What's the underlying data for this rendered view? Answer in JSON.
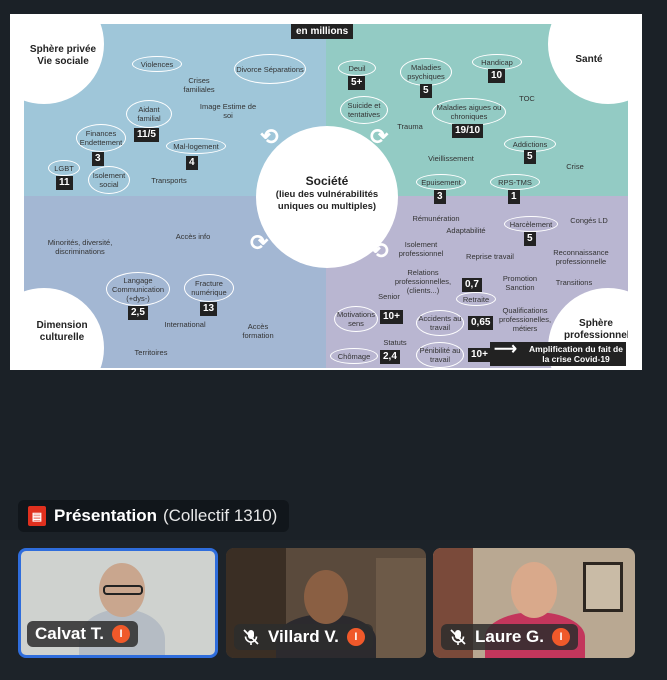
{
  "slide": {
    "unit_label": "en millions",
    "center": {
      "title": "Société",
      "subtitle": "(lieu des vulnérabilités uniques ou multiples)"
    },
    "corners": {
      "top_left": "Sphère privée Vie sociale",
      "top_right": "Santé",
      "bottom_left": "Dimension culturelle",
      "bottom_right": "Sphère professionnelle"
    },
    "items": {
      "violences": "Violences",
      "crises_familiales": "Crises familiales",
      "divorce": "Divorce Séparations",
      "image_estime": "Image Estime de soi",
      "aidant": "Aidant familial",
      "aidant_val": "11/5",
      "finances": "Finances Endettement",
      "finances_val": "3",
      "mal_logement": "Mal-logement",
      "mal_logement_val": "4",
      "lgbt": "LGBT",
      "lgbt_val": "11",
      "isolement_social": "Isolement social",
      "transports": "Transports",
      "deuil": "Deuil",
      "deuil_val": "5+",
      "maladies_psy": "Maladies psychiques",
      "maladies_psy_val": "5",
      "handicap": "Handicap",
      "handicap_val": "10",
      "toc": "TOC",
      "suicide": "Suicide et tentatives",
      "trauma": "Trauma",
      "maladies_aigues": "Maladies aigues ou chroniques",
      "maladies_aigues_val": "19/10",
      "addictions": "Addictions",
      "addictions_val": "5",
      "vieillissement": "Vieillissement",
      "crise": "Crise",
      "epuisement": "Epuisement",
      "epuisement_val": "3",
      "rps": "RPS-TMS",
      "rps_val": "1",
      "minorites": "Minorités, diversité, discriminations",
      "acces_info": "Accès info",
      "langage": "Langage Communication (+dys-)",
      "langage_val": "2,5",
      "fracture": "Fracture numérique",
      "fracture_val": "13",
      "international": "International",
      "acces_formation": "Accès formation",
      "territoires": "Territoires",
      "remuneration": "Rémunération",
      "adaptabilite": "Adaptabilité",
      "harcelement": "Harcèlement",
      "harcelement_val": "5",
      "conges": "Congés LD",
      "isolement_pro": "Isolement professionnel",
      "reprise": "Reprise travail",
      "reconnaissance": "Reconnaissance professionnelle",
      "relations": "Relations professionnelles, (clients...)",
      "relations_val": "0,7",
      "retraite": "Retraite",
      "promotion": "Promotion Sanction",
      "transitions": "Transitions",
      "senior": "Senior",
      "motivations": "Motivations sens",
      "motivations_val": "10+",
      "accidents": "Accidents au travail",
      "accidents_val": "0,65",
      "qualifications": "Qualifications professionelles, métiers",
      "statuts": "Statuts",
      "chomage": "Chômage",
      "chomage_val": "2,4",
      "penibilite": "Pénibilité au travail",
      "penibilite_val": "10+"
    },
    "legend": {
      "arrow": "⟶",
      "text": "Amplification du fait de la crise Covid-19"
    }
  },
  "presentation": {
    "title": "Présentation",
    "subtitle": "(Collectif 1310)",
    "icon": "pdf-icon"
  },
  "participants": [
    {
      "name": "Calvat T.",
      "muted": false,
      "badge": "I"
    },
    {
      "name": "Villard V.",
      "muted": true,
      "badge": "I"
    },
    {
      "name": "Laure G.",
      "muted": true,
      "badge": "I"
    }
  ],
  "colors": {
    "accent": "#2f6ddc",
    "badge": "#f0592a",
    "pdf": "#e0301e"
  }
}
